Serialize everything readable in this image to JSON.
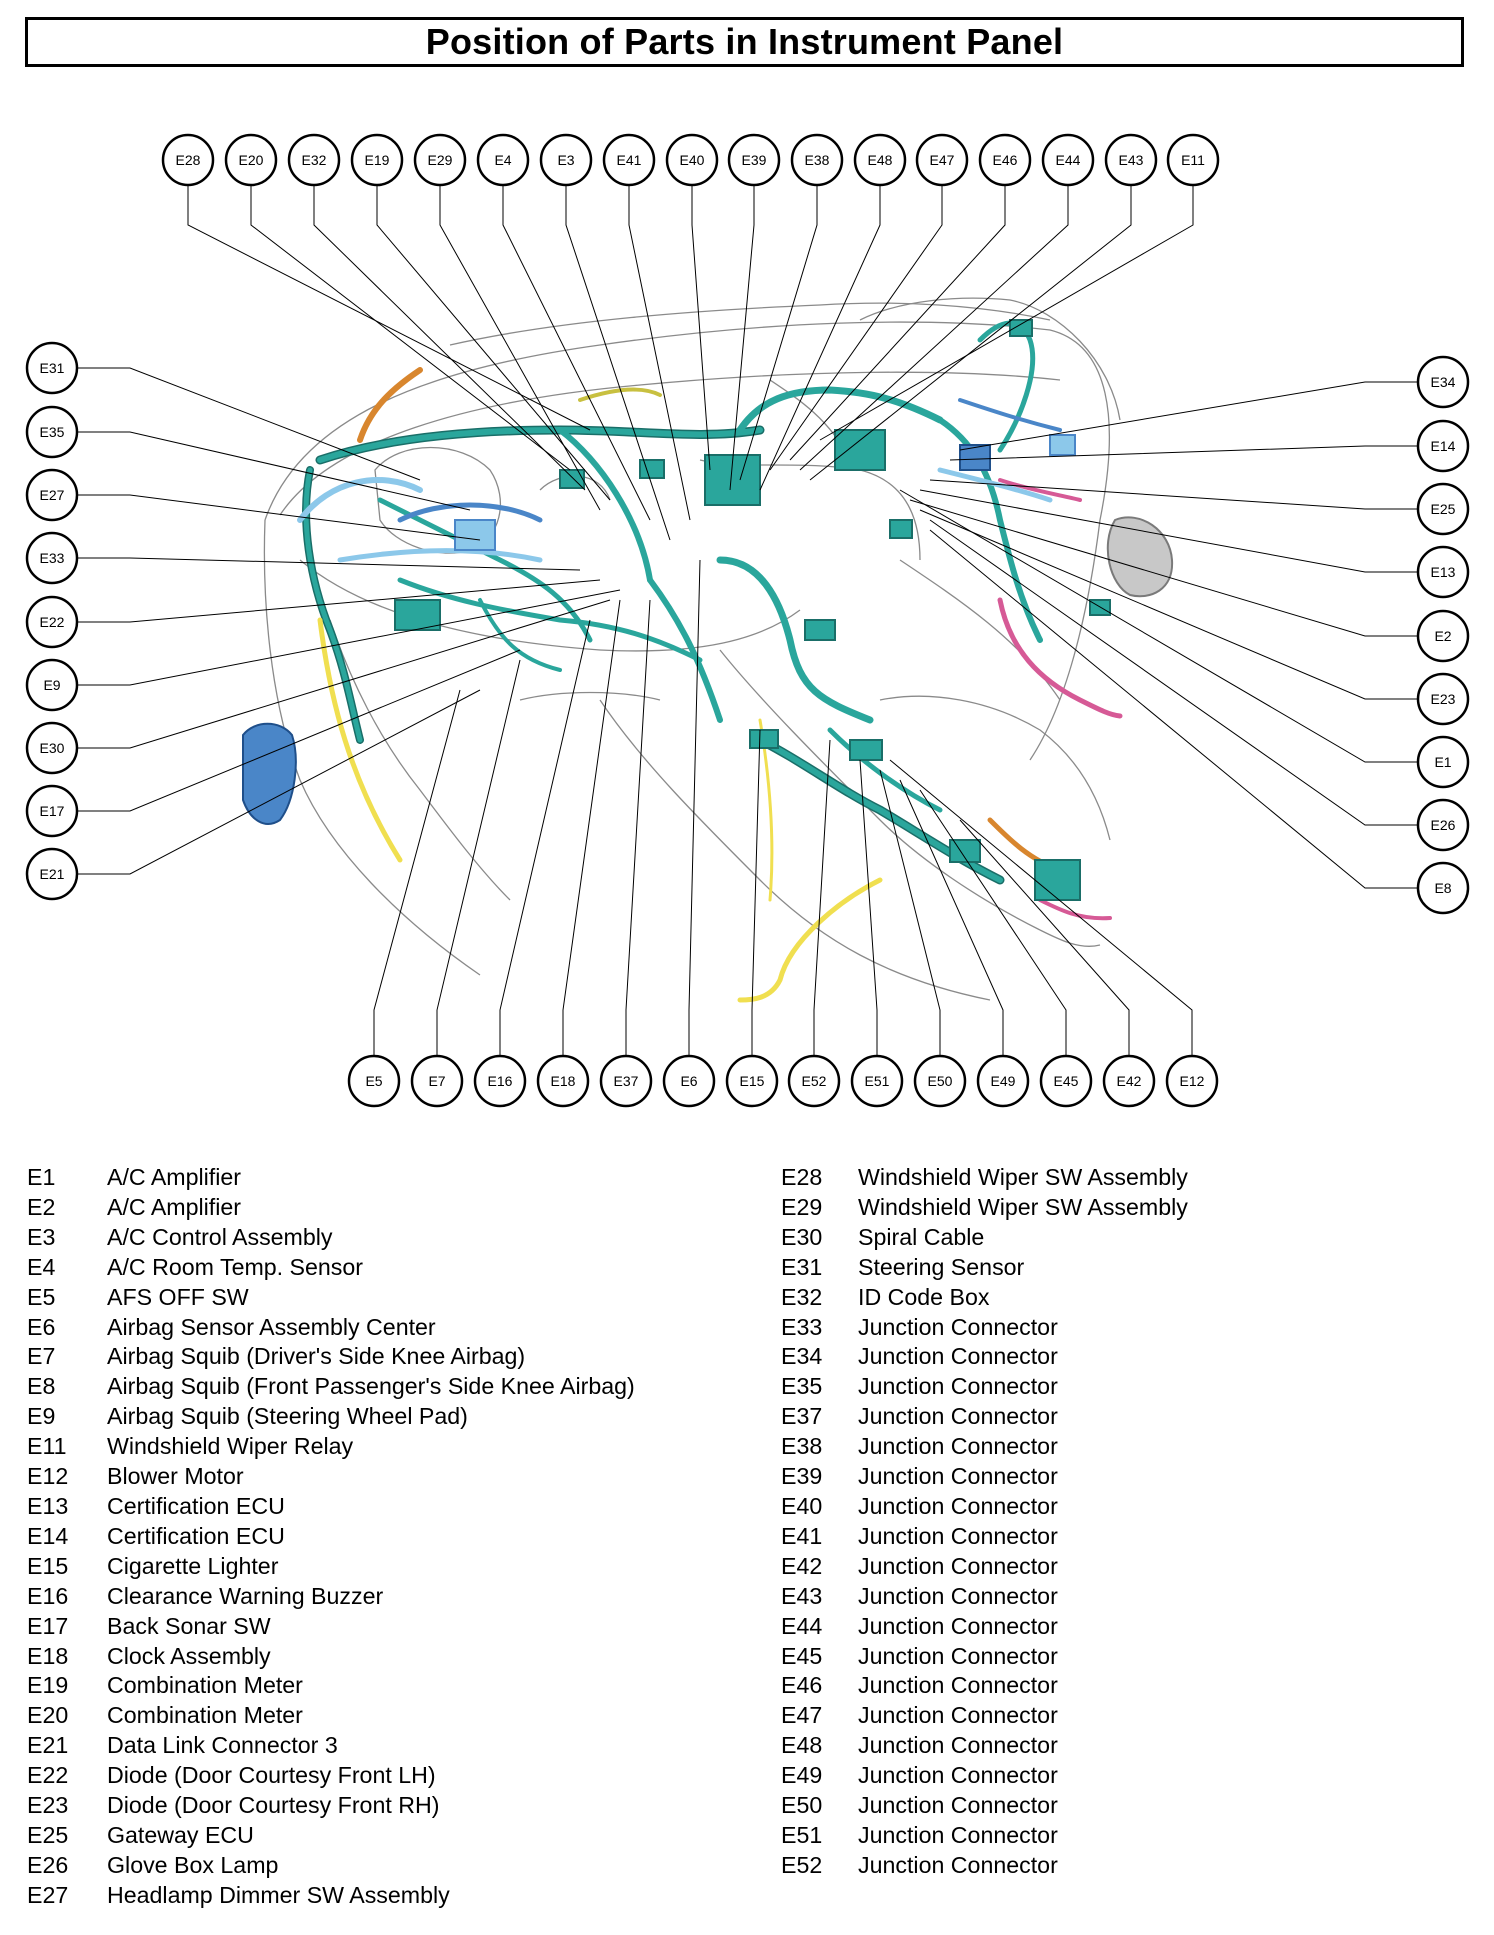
{
  "title": "Position of Parts in Instrument Panel",
  "callouts": {
    "top": [
      "E28",
      "E20",
      "E32",
      "E19",
      "E29",
      "E4",
      "E3",
      "E41",
      "E40",
      "E39",
      "E38",
      "E48",
      "E47",
      "E46",
      "E44",
      "E43",
      "E11"
    ],
    "left": [
      "E31",
      "E35",
      "E27",
      "E33",
      "E22",
      "E9",
      "E30",
      "E17",
      "E21"
    ],
    "right": [
      "E34",
      "E14",
      "E25",
      "E13",
      "E2",
      "E23",
      "E1",
      "E26",
      "E8"
    ],
    "bottom": [
      "E5",
      "E7",
      "E16",
      "E18",
      "E37",
      "E6",
      "E15",
      "E52",
      "E51",
      "E50",
      "E49",
      "E45",
      "E42",
      "E12"
    ]
  },
  "legend_left": [
    {
      "code": "E1",
      "name": "A/C Amplifier"
    },
    {
      "code": "E2",
      "name": "A/C Amplifier"
    },
    {
      "code": "E3",
      "name": "A/C Control Assembly"
    },
    {
      "code": "E4",
      "name": "A/C Room Temp. Sensor"
    },
    {
      "code": "E5",
      "name": "AFS OFF SW"
    },
    {
      "code": "E6",
      "name": "Airbag Sensor Assembly Center"
    },
    {
      "code": "E7",
      "name": "Airbag Squib (Driver's Side Knee Airbag)"
    },
    {
      "code": "E8",
      "name": "Airbag Squib (Front Passenger's Side Knee Airbag)"
    },
    {
      "code": "E9",
      "name": "Airbag Squib (Steering Wheel Pad)"
    },
    {
      "code": "E11",
      "name": "Windshield Wiper Relay"
    },
    {
      "code": "E12",
      "name": "Blower Motor"
    },
    {
      "code": "E13",
      "name": "Certification ECU"
    },
    {
      "code": "E14",
      "name": "Certification ECU"
    },
    {
      "code": "E15",
      "name": "Cigarette Lighter"
    },
    {
      "code": "E16",
      "name": "Clearance Warning Buzzer"
    },
    {
      "code": "E17",
      "name": "Back Sonar SW"
    },
    {
      "code": "E18",
      "name": "Clock Assembly"
    },
    {
      "code": "E19",
      "name": "Combination Meter"
    },
    {
      "code": "E20",
      "name": "Combination Meter"
    },
    {
      "code": "E21",
      "name": "Data Link Connector 3"
    },
    {
      "code": "E22",
      "name": "Diode (Door Courtesy Front LH)"
    },
    {
      "code": "E23",
      "name": "Diode (Door Courtesy Front RH)"
    },
    {
      "code": "E25",
      "name": "Gateway ECU"
    },
    {
      "code": "E26",
      "name": "Glove Box Lamp"
    },
    {
      "code": "E27",
      "name": "Headlamp Dimmer SW Assembly"
    }
  ],
  "legend_right": [
    {
      "code": "E28",
      "name": "Windshield Wiper SW Assembly"
    },
    {
      "code": "E29",
      "name": "Windshield Wiper SW Assembly"
    },
    {
      "code": "E30",
      "name": "Spiral Cable"
    },
    {
      "code": "E31",
      "name": "Steering Sensor"
    },
    {
      "code": "E32",
      "name": "ID Code Box"
    },
    {
      "code": "E33",
      "name": "Junction Connector"
    },
    {
      "code": "E34",
      "name": "Junction Connector"
    },
    {
      "code": "E35",
      "name": "Junction Connector"
    },
    {
      "code": "E37",
      "name": "Junction Connector"
    },
    {
      "code": "E38",
      "name": "Junction Connector"
    },
    {
      "code": "E39",
      "name": "Junction Connector"
    },
    {
      "code": "E40",
      "name": "Junction Connector"
    },
    {
      "code": "E41",
      "name": "Junction Connector"
    },
    {
      "code": "E42",
      "name": "Junction Connector"
    },
    {
      "code": "E43",
      "name": "Junction Connector"
    },
    {
      "code": "E44",
      "name": "Junction Connector"
    },
    {
      "code": "E45",
      "name": "Junction Connector"
    },
    {
      "code": "E46",
      "name": "Junction Connector"
    },
    {
      "code": "E47",
      "name": "Junction Connector"
    },
    {
      "code": "E48",
      "name": "Junction Connector"
    },
    {
      "code": "E49",
      "name": "Junction Connector"
    },
    {
      "code": "E50",
      "name": "Junction Connector"
    },
    {
      "code": "E51",
      "name": "Junction Connector"
    },
    {
      "code": "E52",
      "name": "Junction Connector"
    }
  ],
  "colors": {
    "harness": "#2aa69c",
    "harness_dark": "#1a6e68",
    "light_blue": "#8cc8ea",
    "blue": "#4a86c8",
    "yellow": "#f0df50",
    "pink": "#d65a96",
    "orange": "#d8862e",
    "grey": "#9a9a9a",
    "outline": "#8a8a8a"
  }
}
